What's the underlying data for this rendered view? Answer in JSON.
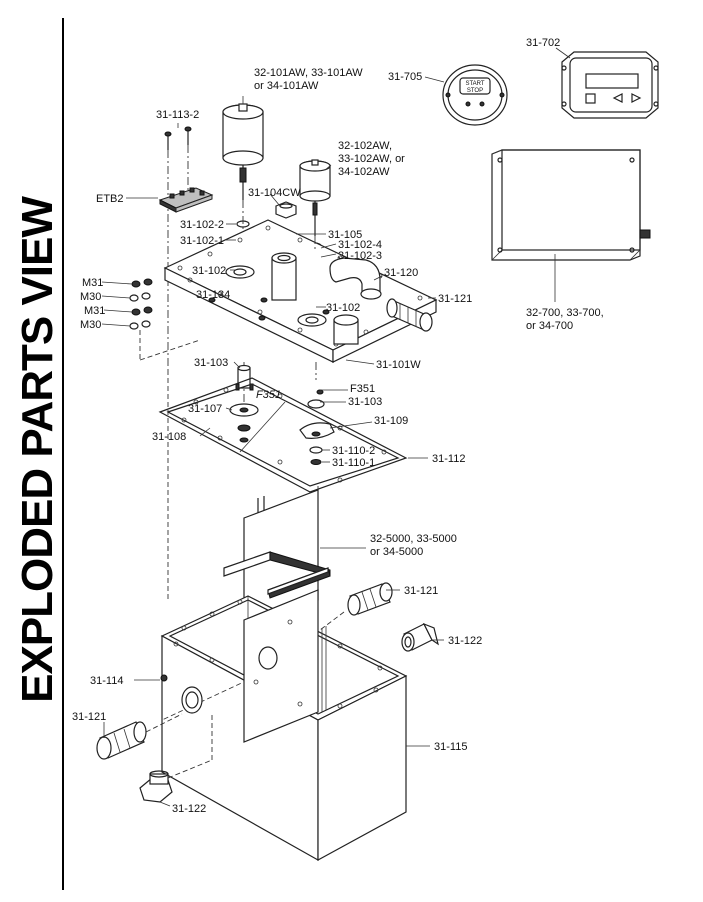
{
  "title": "EXPLODED PARTS VIEW",
  "labels": {
    "motor_top": [
      "32-101AW, 33-101AW",
      "or 34-101AW"
    ],
    "motor_small": [
      "32-102AW,",
      "33-102AW, or",
      "34-102AW"
    ],
    "p31_113_2": "31-113-2",
    "etb2": "ETB2",
    "p31_104cw": "31-104CW",
    "p31_102_2": "31-102-2",
    "p31_102_1": "31-102-1",
    "p31_105": "31-105",
    "p31_102_4": "31-102-4",
    "p31_102_3": "31-102-3",
    "p31_102_a": "31-102",
    "p31_120": "31-120",
    "p31_134": "31-134",
    "p31_102_b": "31-102",
    "p31_121_top": "31-121",
    "m31_a": "M31",
    "m30_a": "M30",
    "m31_b": "M31",
    "m30_b": "M30",
    "p31_101w": "31-101W",
    "p31_103_a": "31-103",
    "f351_a": "F351",
    "f351_b": "F351",
    "p31_103_b": "31-103",
    "p31_107": "31-107",
    "p31_109": "31-109",
    "p31_108": "31-108",
    "p31_110_2": "31-110-2",
    "p31_110_1": "31-110-1",
    "p31_112": "31-112",
    "p31_705": "31-705",
    "p31_702": "31-702",
    "start_stop": [
      "START",
      "STOP"
    ],
    "controller": [
      "32-700, 33-700,",
      "or 34-700"
    ],
    "baffle": [
      "32-5000, 33-5000",
      "or 34-5000"
    ],
    "p31_121_mid": "31-121",
    "p31_122_mid": "31-122",
    "p31_114": "31-114",
    "p31_121_bot": "31-121",
    "p31_115": "31-115",
    "p31_122_bot": "31-122"
  }
}
